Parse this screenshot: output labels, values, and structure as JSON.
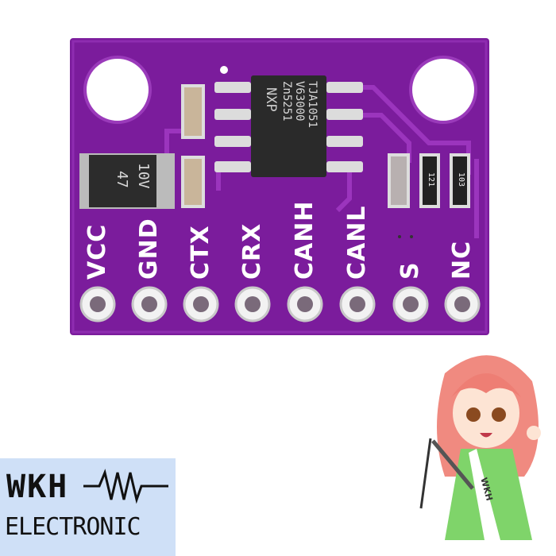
{
  "board": {
    "color": "#7b1c9c",
    "pins": [
      {
        "label": "VCC"
      },
      {
        "label": "GND"
      },
      {
        "label": "CTX"
      },
      {
        "label": "CRX"
      },
      {
        "label": "CANH"
      },
      {
        "label": "CANL"
      },
      {
        "label": "S"
      },
      {
        "label": "NC"
      }
    ],
    "chip": {
      "line1": "TJA1051",
      "line2": "V63000",
      "line3": "Zn5251",
      "brand": "NXP"
    },
    "capacitor": {
      "line1": "10V",
      "line2": "47"
    },
    "resistors": [
      "121",
      "103"
    ]
  },
  "logo": {
    "line1": "WKH",
    "line2": "ELECTRONIC",
    "background": "#cfe0f7"
  },
  "mascot": {
    "sash_text": "WKH"
  }
}
